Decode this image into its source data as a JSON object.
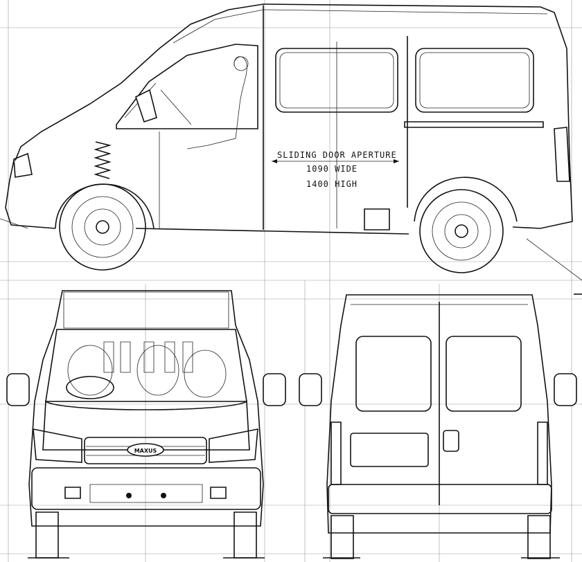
{
  "annotation": {
    "title": "SLIDING DOOR APERTURE",
    "width": "1090 WIDE",
    "height": "1400 HIGH"
  },
  "badge": "MAXUS"
}
